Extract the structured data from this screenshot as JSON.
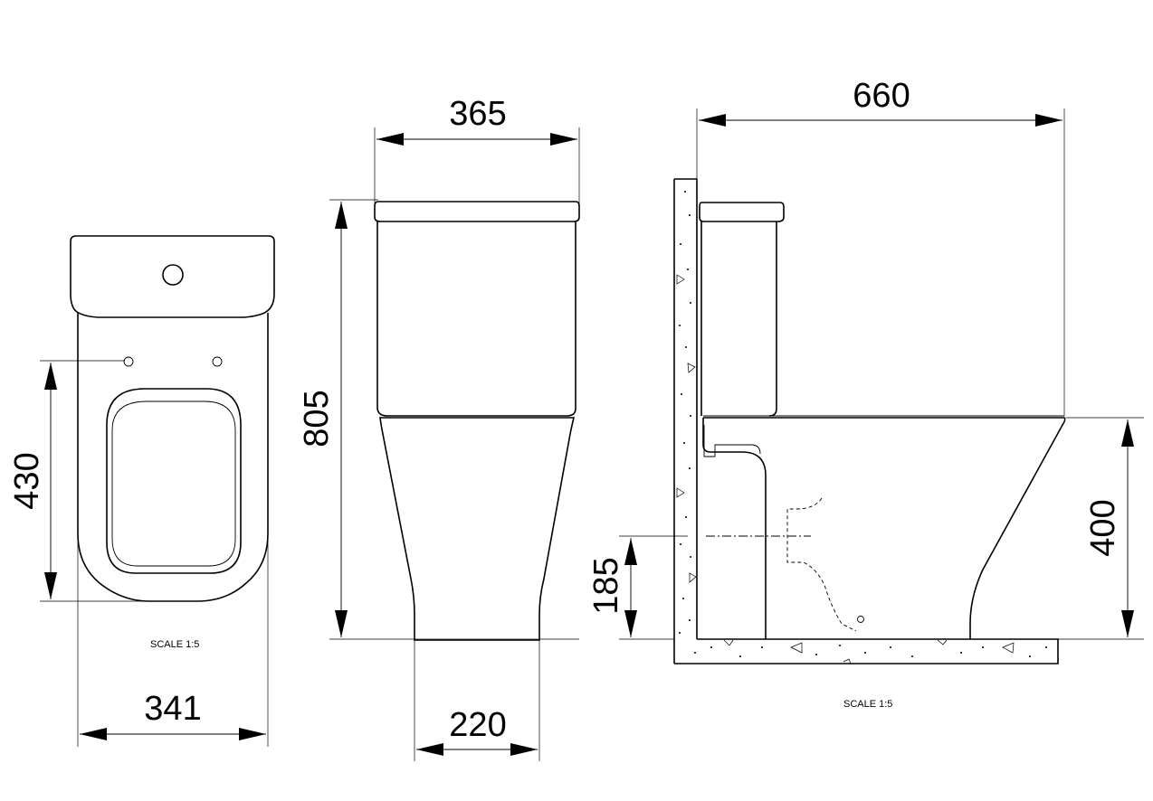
{
  "dimensions": {
    "top_view_length": "430",
    "top_view_width": "341",
    "front_tank_width": "365",
    "front_total_height": "805",
    "front_base_width": "220",
    "side_depth": "660",
    "side_seat_height": "400",
    "side_outlet_height": "185"
  },
  "labels": {
    "scale_left": "SCALE 1:5",
    "scale_right": "SCALE 1:5"
  }
}
